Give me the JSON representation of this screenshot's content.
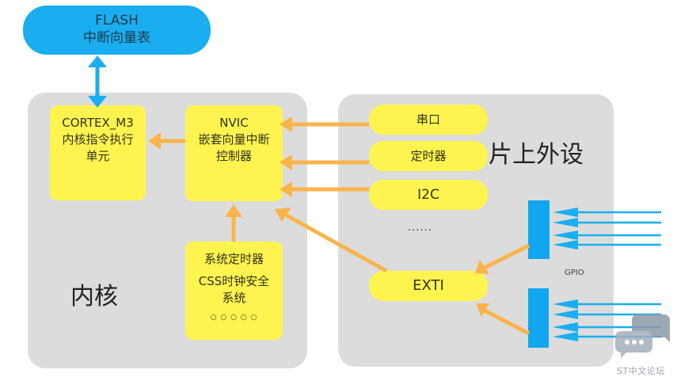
{
  "flash": {
    "line1": "FLASH",
    "line2": "中断向量表"
  },
  "core_panel": {
    "label": "内核",
    "cortex": {
      "line1": "CORTEX_M3",
      "line2": "内核指令执行",
      "line3": "单元"
    },
    "nvic": {
      "line1": "NVIC",
      "line2": "嵌套向量中断",
      "line3": "控制器"
    },
    "systimer": {
      "line1": "系统定时器",
      "line2": "CSS时钟安全",
      "line3": "系统",
      "line4": "○ ○ ○ ○ ○"
    }
  },
  "peripheral_panel": {
    "label": "片上外设",
    "items": [
      "串口",
      "定时器",
      "I2C"
    ],
    "ellipsis": "......",
    "exti": "EXTI",
    "gpio_label": "GPIO"
  },
  "watermark": {
    "text": "ST中文论坛",
    "icon": "chat-bubbles-icon"
  },
  "colors": {
    "flash_blue": "#1aaef0",
    "box_yellow": "#fff44f",
    "arrow_orange": "#f9b44a",
    "panel_gray": "#dcdcdc",
    "gpio_blue": "#12a6f0"
  }
}
